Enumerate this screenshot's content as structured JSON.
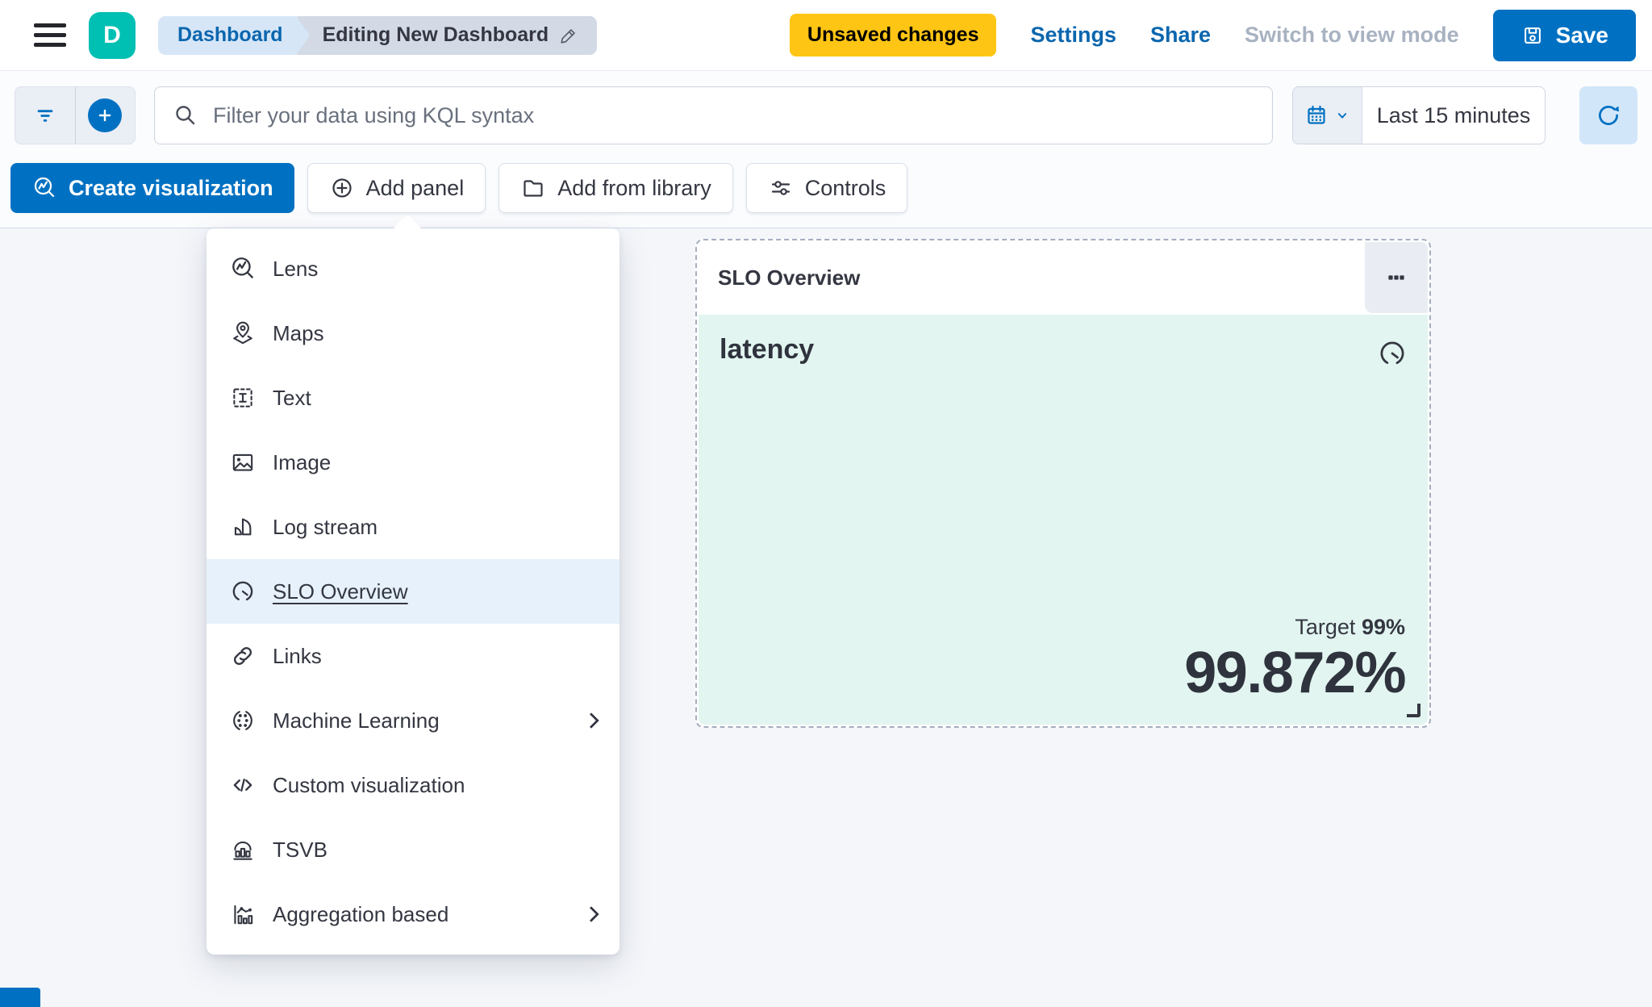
{
  "topbar": {
    "logo_letter": "D",
    "breadcrumbs": [
      {
        "label": "Dashboard"
      },
      {
        "label": "Editing New Dashboard"
      }
    ],
    "unsaved_badge": "Unsaved changes",
    "settings": "Settings",
    "share": "Share",
    "switch_view": "Switch to view mode",
    "save_label": "Save"
  },
  "filterbar": {
    "kql_placeholder": "Filter your data using KQL syntax",
    "kql_value": "",
    "time_range": "Last 15 minutes"
  },
  "toolbar": {
    "create_visualization": "Create visualization",
    "add_panel": "Add panel",
    "add_from_library": "Add from library",
    "controls": "Controls"
  },
  "add_panel_menu": {
    "items": [
      {
        "name": "menu-item-lens",
        "label": "Lens",
        "icon": "lens-icon",
        "symbol": "i-lens",
        "selected": false,
        "submenu": false
      },
      {
        "name": "menu-item-maps",
        "label": "Maps",
        "icon": "maps-icon",
        "symbol": "i-maps",
        "selected": false,
        "submenu": false
      },
      {
        "name": "menu-item-text",
        "label": "Text",
        "icon": "text-icon",
        "symbol": "i-text",
        "selected": false,
        "submenu": false
      },
      {
        "name": "menu-item-image",
        "label": "Image",
        "icon": "image-icon",
        "symbol": "i-image",
        "selected": false,
        "submenu": false
      },
      {
        "name": "menu-item-log-stream",
        "label": "Log stream",
        "icon": "log-stream-icon",
        "symbol": "i-logs",
        "selected": false,
        "submenu": false
      },
      {
        "name": "menu-item-slo-overview",
        "label": "SLO Overview",
        "icon": "gauge-icon",
        "symbol": "i-gauge",
        "selected": true,
        "submenu": false
      },
      {
        "name": "menu-item-links",
        "label": "Links",
        "icon": "link-icon",
        "symbol": "i-link",
        "selected": false,
        "submenu": false
      },
      {
        "name": "menu-item-machine-learning",
        "label": "Machine Learning",
        "icon": "machine-learning-icon",
        "symbol": "i-ml",
        "selected": false,
        "submenu": true
      },
      {
        "name": "menu-item-custom-visualization",
        "label": "Custom visualization",
        "icon": "code-icon",
        "symbol": "i-code",
        "selected": false,
        "submenu": false
      },
      {
        "name": "menu-item-tsvb",
        "label": "TSVB",
        "icon": "tsvb-icon",
        "symbol": "i-tsvb",
        "selected": false,
        "submenu": false
      },
      {
        "name": "menu-item-aggregation-based",
        "label": "Aggregation based",
        "icon": "agg-chart-icon",
        "symbol": "i-agg",
        "selected": false,
        "submenu": true
      }
    ]
  },
  "slo_panel": {
    "title": "SLO Overview",
    "metric_name": "latency",
    "target_label": "Target",
    "target_value": "99%",
    "value": "99.872%"
  },
  "colors": {
    "primary_blue": "#0071C2",
    "link_blue": "#0A66AE",
    "logo_teal": "#00BFB3",
    "warning_badge_yellow": "#FEC514",
    "panel_mint": "#E2F5F0",
    "menu_highlight": "#E7F1FB",
    "text_dark": "#343741",
    "muted_text": "#69707D",
    "disabled_text": "#A8B2C1",
    "border_gray": "#D3DAE6",
    "dashed_border": "#A4AEBE"
  }
}
